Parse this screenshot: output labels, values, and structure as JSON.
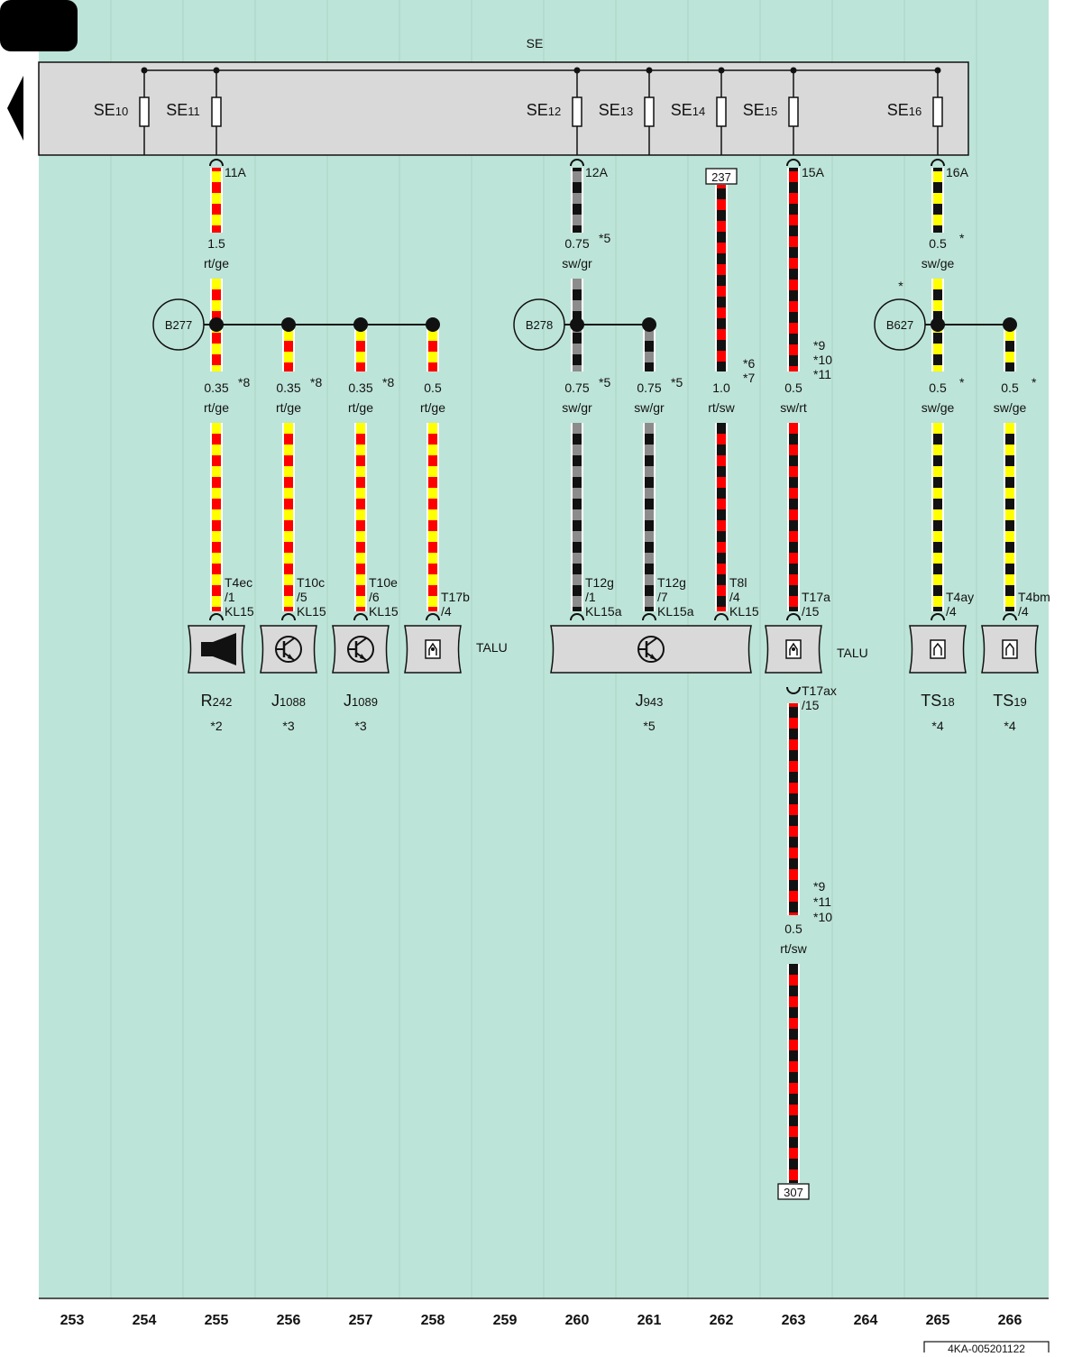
{
  "colors": {
    "background": "#bde4d8",
    "rail": "#d9d9d9",
    "component": "#d9d9d9",
    "rot": "#ff0000",
    "gelb": "#ffff00",
    "schwarz": "#111111",
    "grau": "#8c8c8c",
    "weiss": "#ffffff"
  },
  "fuse_holder": {
    "label": "SE",
    "fuses": [
      {
        "id": "SE10",
        "base": "SE",
        "sub": "10"
      },
      {
        "id": "SE11",
        "base": "SE",
        "sub": "11"
      },
      {
        "id": "SE12",
        "base": "SE",
        "sub": "12"
      },
      {
        "id": "SE13",
        "base": "SE",
        "sub": "13"
      },
      {
        "id": "SE14",
        "base": "SE",
        "sub": "14"
      },
      {
        "id": "SE15",
        "base": "SE",
        "sub": "15"
      },
      {
        "id": "SE16",
        "base": "SE",
        "sub": "16"
      }
    ]
  },
  "terminals": [
    "11A",
    "12A",
    "15A",
    "16A"
  ],
  "ref_boxes": [
    "237",
    "307"
  ],
  "splices": [
    "B277",
    "B278",
    "B627"
  ],
  "wires": [
    {
      "id": "w-255-top",
      "size": "1.5",
      "color": "rt/ge",
      "note": ""
    },
    {
      "id": "w-260-top",
      "size": "0.75",
      "color": "sw/gr",
      "note": "*5"
    },
    {
      "id": "w-265-top",
      "size": "0.5",
      "color": "sw/ge",
      "note": "*"
    },
    {
      "id": "w-255",
      "size": "0.35",
      "color": "rt/ge",
      "note": "*8"
    },
    {
      "id": "w-256",
      "size": "0.35",
      "color": "rt/ge",
      "note": "*8"
    },
    {
      "id": "w-257",
      "size": "0.35",
      "color": "rt/ge",
      "note": "*8"
    },
    {
      "id": "w-258",
      "size": "0.5",
      "color": "rt/ge",
      "note": ""
    },
    {
      "id": "w-260",
      "size": "0.75",
      "color": "sw/gr",
      "note": "*5"
    },
    {
      "id": "w-261",
      "size": "0.75",
      "color": "sw/gr",
      "note": "*5"
    },
    {
      "id": "w-262",
      "size": "1.0",
      "color": "rt/sw",
      "note": ""
    },
    {
      "id": "w-263",
      "size": "0.5",
      "color": "sw/rt",
      "note": ""
    },
    {
      "id": "w-265",
      "size": "0.5",
      "color": "sw/ge",
      "note": "*"
    },
    {
      "id": "w-266",
      "size": "0.5",
      "color": "sw/ge",
      "note": "*"
    },
    {
      "id": "w-263-low",
      "size": "0.5",
      "color": "rt/sw",
      "note": ""
    }
  ],
  "footnotes": {
    "splice_b627": "*",
    "w262": [
      "*6",
      "*7"
    ],
    "w263": [
      "*9",
      "*10",
      "*11"
    ],
    "w263_low": [
      "*9",
      "*11",
      "*10"
    ]
  },
  "connectors": [
    {
      "id": "c255",
      "lines": [
        "T4ec",
        "/1",
        "KL15"
      ]
    },
    {
      "id": "c256",
      "lines": [
        "T10c",
        "/5",
        "KL15"
      ]
    },
    {
      "id": "c257",
      "lines": [
        "T10e",
        "/6",
        "KL15"
      ]
    },
    {
      "id": "c258",
      "lines": [
        "T17b",
        "/4"
      ]
    },
    {
      "id": "c260",
      "lines": [
        "T12g",
        "/1",
        "KL15a"
      ]
    },
    {
      "id": "c261",
      "lines": [
        "T12g",
        "/7",
        "KL15a"
      ]
    },
    {
      "id": "c262",
      "lines": [
        "T8l",
        "/4",
        "KL15"
      ]
    },
    {
      "id": "c263",
      "lines": [
        "T17a",
        "/15"
      ]
    },
    {
      "id": "c265",
      "lines": [
        "T4ay",
        "/4"
      ]
    },
    {
      "id": "c266",
      "lines": [
        "T4bm",
        "/4"
      ]
    },
    {
      "id": "c263b",
      "lines": [
        "T17ax",
        "/15"
      ]
    }
  ],
  "talu_labels": [
    "TALU",
    "TALU"
  ],
  "components": [
    {
      "id": "R242",
      "base": "R",
      "sub": "242",
      "note": "*2"
    },
    {
      "id": "J1088",
      "base": "J",
      "sub": "1088",
      "note": "*3"
    },
    {
      "id": "J1089",
      "base": "J",
      "sub": "1089",
      "note": "*3"
    },
    {
      "id": "J943",
      "base": "J",
      "sub": "943",
      "note": "*5"
    },
    {
      "id": "TS18",
      "base": "TS",
      "sub": "18",
      "note": "*4"
    },
    {
      "id": "TS19",
      "base": "TS",
      "sub": "19",
      "note": "*4"
    }
  ],
  "grid_numbers": [
    "253",
    "254",
    "255",
    "256",
    "257",
    "258",
    "259",
    "260",
    "261",
    "262",
    "263",
    "264",
    "265",
    "266"
  ],
  "doc_code": "4KA-005201122"
}
